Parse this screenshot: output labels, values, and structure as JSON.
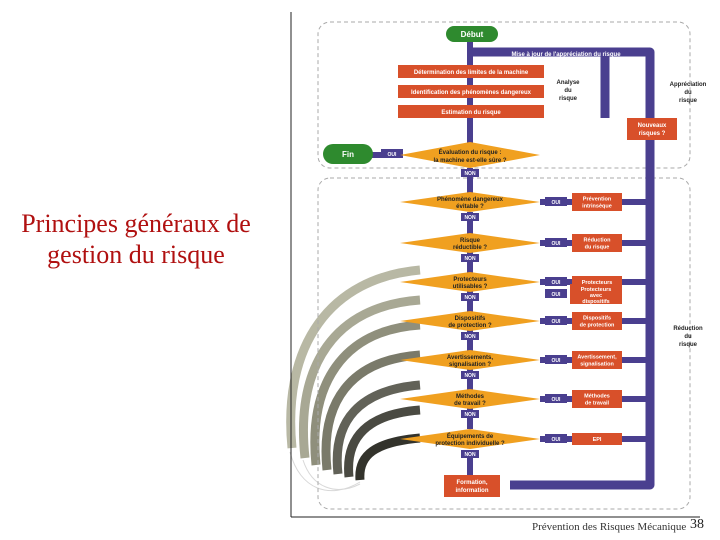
{
  "slide": {
    "title_line1": "Principes généraux de",
    "title_line2": "gestion du risque",
    "footer": "Prévention des Risques Mécanique",
    "page_number": "38"
  },
  "diagram": {
    "start": "Début",
    "update": "Mise à jour de l'appréciation du risque",
    "steps": [
      "Détermination des limites de la machine",
      "Identification des phénomènes dangereux",
      "Estimation du risque"
    ],
    "analysis": [
      "Analyse",
      "du",
      "risque"
    ],
    "appreciation": [
      "Appréciation",
      "du",
      "risque"
    ],
    "new_risks": [
      "Nouveaux",
      "risques ?"
    ],
    "end": "Fin",
    "eval": [
      "Évaluation du risque :",
      "la machine est-elle sûre ?"
    ],
    "yes": "OUI",
    "no": "NON",
    "reduction": [
      "Réduction",
      "du",
      "risque"
    ],
    "decisions": [
      {
        "q": [
          "Phénomène dangereux",
          "évitable ?"
        ],
        "a": [
          "Prévention",
          "intrinsèque"
        ]
      },
      {
        "q": [
          "Risque",
          "réductible ?"
        ],
        "a": [
          "Réduction",
          "du risque"
        ]
      },
      {
        "q": [
          "Protecteurs",
          "utilisables ?"
        ],
        "a": [
          "Protecteurs"
        ]
      },
      {
        "q": [
          "Dispositifs",
          "de protection ?"
        ],
        "a": [
          "Dispositifs",
          "de protection"
        ]
      },
      {
        "q": [
          "Avertissements,",
          "signalisation ?"
        ],
        "a": [
          "Avertissement,",
          "signalisation"
        ]
      },
      {
        "q": [
          "Méthodes",
          "de travail ?"
        ],
        "a": [
          "Méthodes",
          "de travail"
        ]
      },
      {
        "q": [
          "Équipements de",
          "protection individuelle ?"
        ],
        "a": [
          "EPI"
        ]
      }
    ],
    "extra_box": [
      "Protecteurs",
      "avec",
      "dispositifs"
    ],
    "final": [
      "Formation,",
      "information"
    ]
  }
}
